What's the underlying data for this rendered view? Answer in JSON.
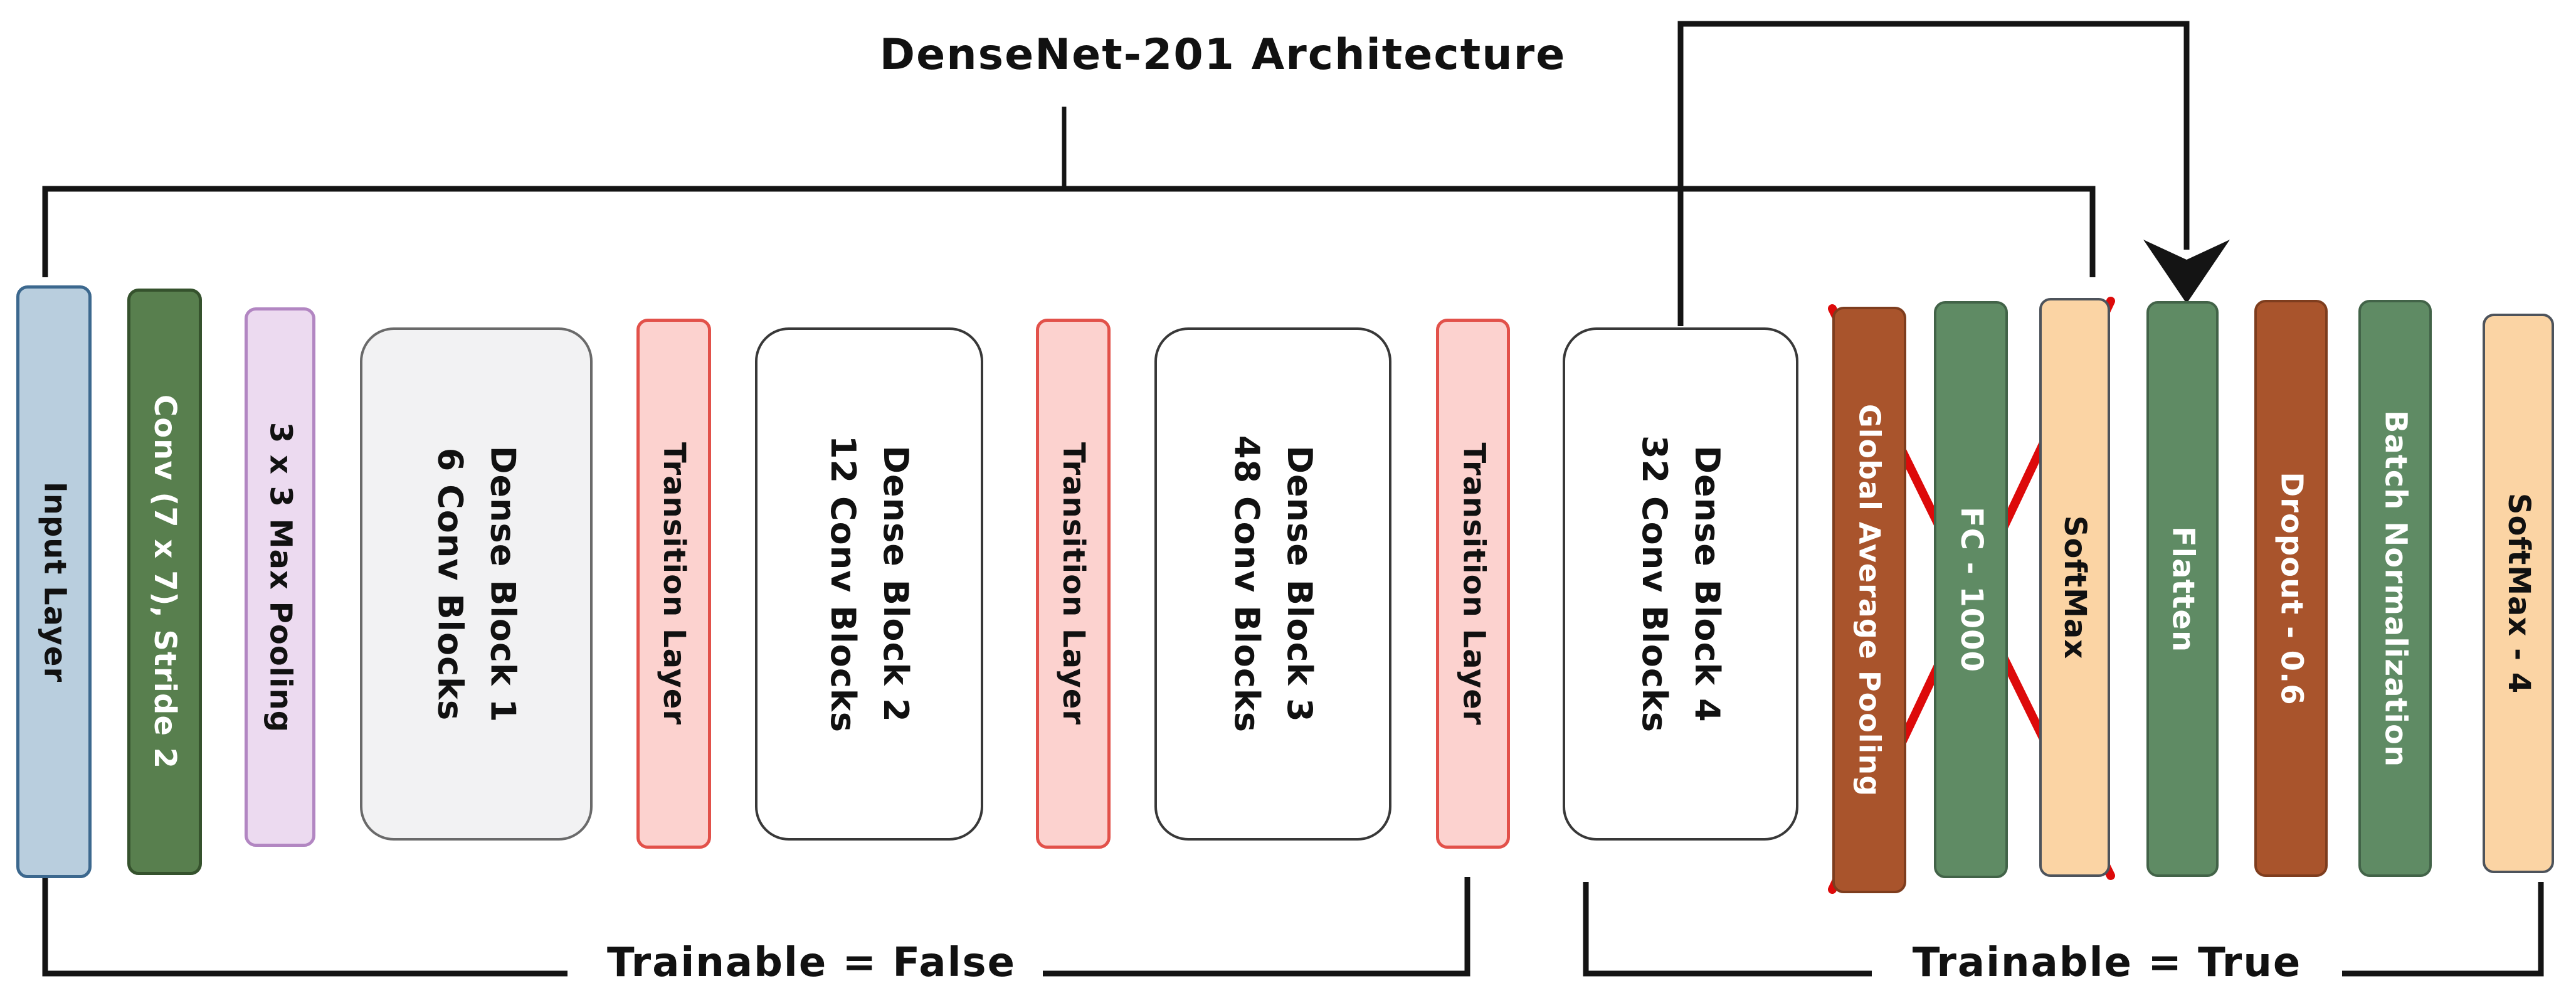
{
  "title": "DenseNet-201 Architecture",
  "annotations": {
    "trainable_false": "Trainable = False",
    "trainable_true": "Trainable = True"
  },
  "layers": [
    {
      "id": "input-layer",
      "label": "Input Layer",
      "trainable": false
    },
    {
      "id": "conv-7x7-stride-2",
      "label": "Conv (7 x 7), Stride 2",
      "trainable": false
    },
    {
      "id": "max-pooling",
      "label": "3 x 3 Max Pooling",
      "trainable": false
    },
    {
      "id": "dense-block-1",
      "label": "Dense Block 1",
      "sublabel": "6 Conv Blocks",
      "trainable": false
    },
    {
      "id": "transition-layer-1",
      "label": "Transition Layer",
      "trainable": false
    },
    {
      "id": "dense-block-2",
      "label": "Dense Block 2",
      "sublabel": "12 Conv Blocks",
      "trainable": false
    },
    {
      "id": "transition-layer-2",
      "label": "Transition Layer",
      "trainable": false
    },
    {
      "id": "dense-block-3",
      "label": "Dense Block 3",
      "sublabel": "48 Conv Blocks",
      "trainable": false
    },
    {
      "id": "transition-layer-3",
      "label": "Transition Layer",
      "trainable": false
    },
    {
      "id": "dense-block-4",
      "label": "Dense Block 4",
      "sublabel": "32 Conv Blocks",
      "trainable": false
    },
    {
      "id": "global-average-pooling",
      "label": "Global Average Pooling",
      "removed": true
    },
    {
      "id": "fc-1000",
      "label": "FC - 1000",
      "removed": true
    },
    {
      "id": "softmax-1000",
      "label": "SoftMax",
      "removed": true
    },
    {
      "id": "flatten",
      "label": "Flatten",
      "trainable": true
    },
    {
      "id": "dropout-0-6",
      "label": "Dropout - 0.6",
      "trainable": true
    },
    {
      "id": "batch-normalization",
      "label": "Batch Normalization",
      "trainable": true
    },
    {
      "id": "softmax-4",
      "label": "SoftMax - 4",
      "trainable": true
    }
  ],
  "colors": {
    "input_fill": "#b9cede",
    "input_border": "#3c688e",
    "conv_fill": "#587f4e",
    "conv_border": "#35522d",
    "pool_fill": "#ecdaf0",
    "pool_border": "#b286c2",
    "dense1_fill": "#f2f2f3",
    "dense1_border": "#6a6a6a",
    "dense_fill": "#ffffff",
    "dense_border": "#383838",
    "transition_fill": "#fcd2cf",
    "transition_border": "#e2514a",
    "brown_fill": "#a9542c",
    "brown_border": "#7e3d1e",
    "green_fill": "#5f8b64",
    "green_border": "#426348",
    "tan_fill": "#fbd4a4",
    "tan_border": "#4d535b",
    "line": "#141414",
    "cross": "#dd0a0a",
    "text_dark": "#111111",
    "text_light": "#ffffff"
  }
}
